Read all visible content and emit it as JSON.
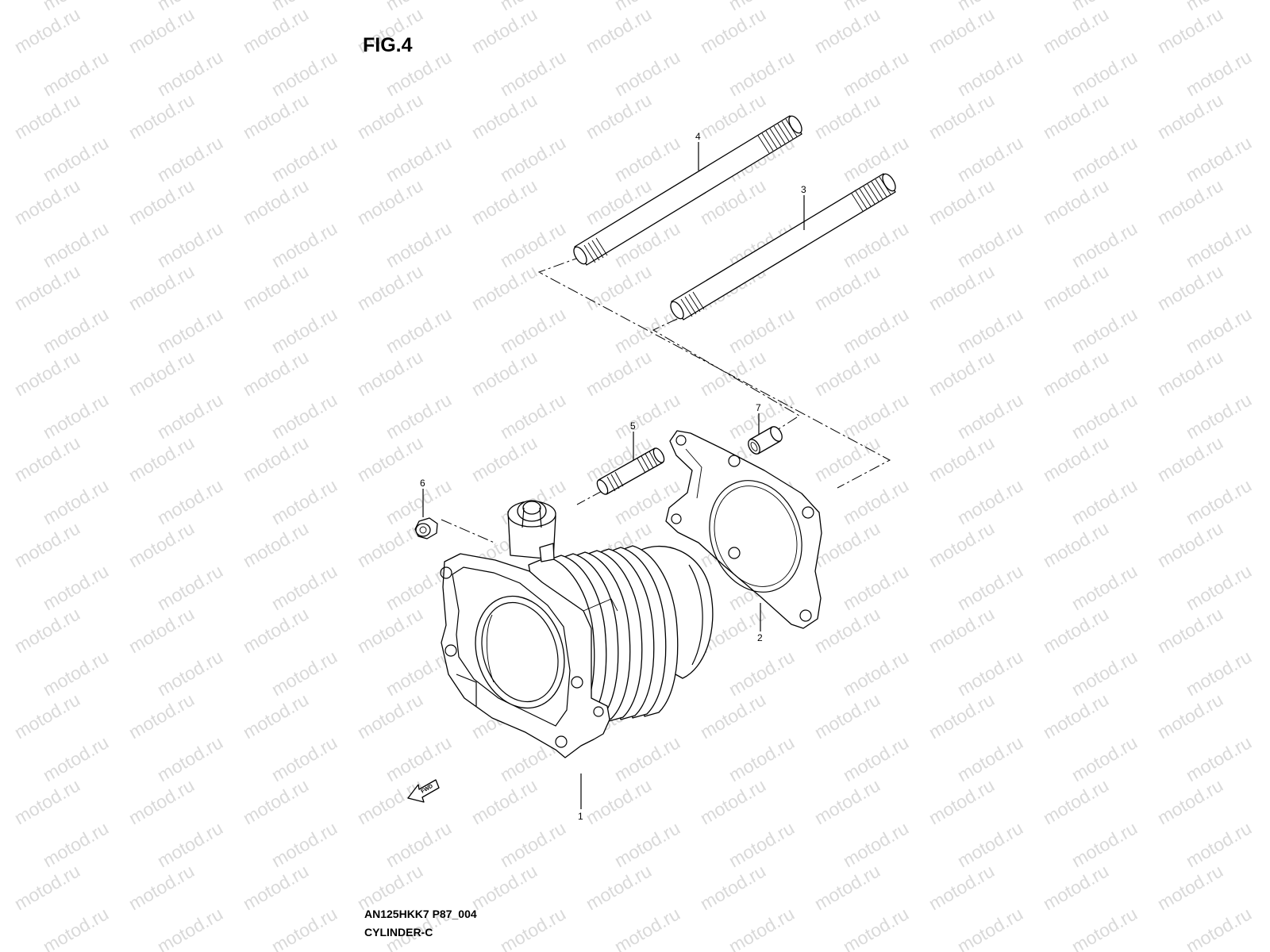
{
  "figure": {
    "title": "FIG.4",
    "code": "AN125HKK7 P87_004",
    "name": "CYLINDER-C"
  },
  "watermark": "motod.ru",
  "fwd_label": "FWD",
  "callouts": [
    {
      "id": "1",
      "part": "cylinder"
    },
    {
      "id": "2",
      "part": "cylinder-gasket"
    },
    {
      "id": "3",
      "part": "long-stud-bolt-rear"
    },
    {
      "id": "4",
      "part": "long-stud-bolt-front"
    },
    {
      "id": "5",
      "part": "short-stud-bolt"
    },
    {
      "id": "6",
      "part": "nut"
    },
    {
      "id": "7",
      "part": "dowel-pin"
    }
  ]
}
